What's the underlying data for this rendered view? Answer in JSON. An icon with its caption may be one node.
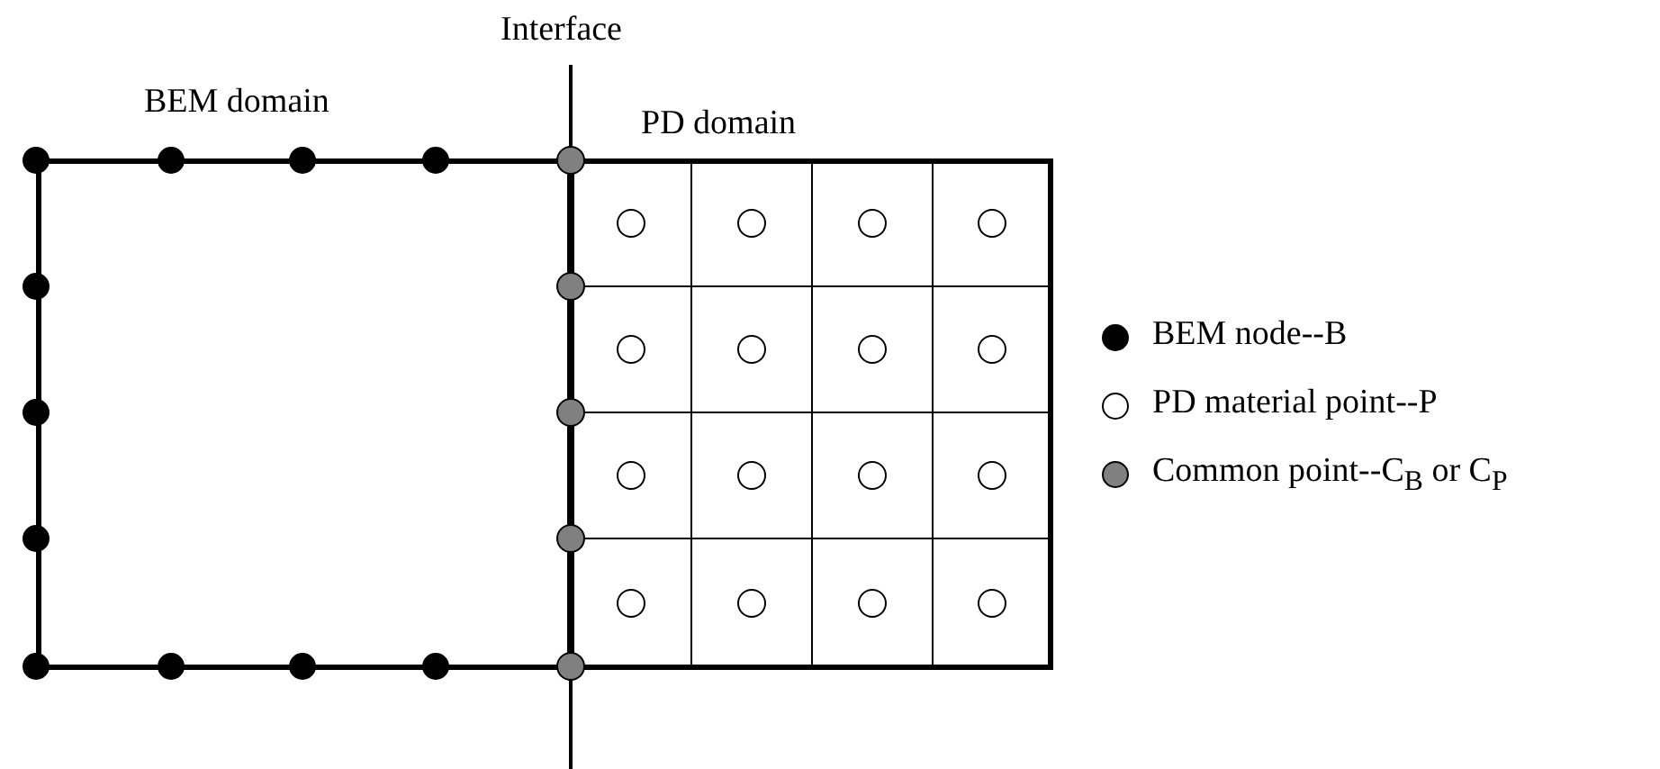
{
  "diagram": {
    "nodes": [
      {
        "text": [
          "BEM domain"
        ]
      },
      {
        "text": [
          "PD domain"
        ]
      }
    ],
    "labels": [
      "Interface"
    ],
    "legend": [
      {
        "text": "BEM node--B",
        "color": "#000000"
      },
      {
        "text": "PD material point--P",
        "color": "#ffffff"
      },
      {
        "text": "Common point--C$_{B}$ or C$_{P}$",
        "color": "#808080"
      }
    ]
  }
}
